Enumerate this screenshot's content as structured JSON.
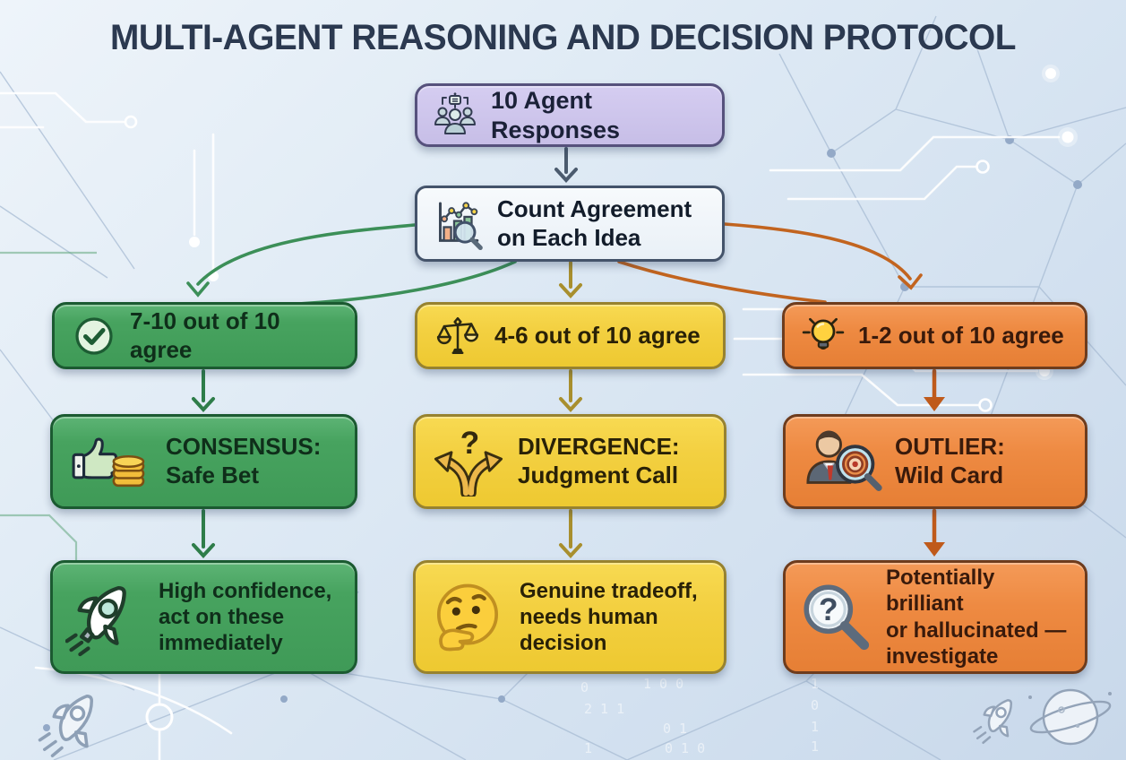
{
  "title": "MULTI-AGENT REASONING AND DECISION PROTOCOL",
  "colors": {
    "green_fill": "#47a35f",
    "green_border": "#1b5a31",
    "green_arrow": "#3c8f58",
    "yellow_fill": "#f3d041",
    "yellow_border": "#97822f",
    "yellow_arrow": "#a88f2e",
    "orange_fill": "#ee8a42",
    "orange_border": "#6e3c1d",
    "orange_arrow": "#c2641f",
    "purple_fill": "#c7bee7",
    "purple_border": "#56517c",
    "slate_border": "#44536a",
    "slate_arrow": "#4b5b6e"
  },
  "flow": {
    "start": {
      "label": "10 Agent Responses",
      "icon": "agents-icon"
    },
    "count": {
      "lines": [
        "Count Agreement",
        "on Each Idea"
      ],
      "icon": "chart-magnifier-icon"
    }
  },
  "branches": [
    {
      "name": "consensus",
      "condition": {
        "label": "7-10 out of 10 agree",
        "icon": "check-circle-icon"
      },
      "outcome": {
        "title": "CONSENSUS:",
        "subtitle": "Safe Bet",
        "icon": "thumbs-up-coins-icon"
      },
      "detail": {
        "lines": [
          "High confidence,",
          "act on these",
          "immediately"
        ],
        "icon": "rocket-icon"
      }
    },
    {
      "name": "divergence",
      "condition": {
        "label": "4-6 out of 10 agree",
        "icon": "balance-scale-icon"
      },
      "outcome": {
        "title": "DIVERGENCE:",
        "subtitle": "Judgment Call",
        "icon": "split-arrows-icon"
      },
      "detail": {
        "lines": [
          "Genuine tradeoff,",
          "needs human",
          "decision"
        ],
        "icon": "thinking-face-icon"
      }
    },
    {
      "name": "outlier",
      "condition": {
        "label": "1-2 out of 10 agree",
        "icon": "lightbulb-icon"
      },
      "outcome": {
        "title": "OUTLIER:",
        "subtitle": "Wild Card",
        "icon": "detective-target-icon"
      },
      "detail": {
        "lines": [
          "Potentially brilliant",
          "or hallucinated —",
          "investigate"
        ],
        "icon": "magnifier-question-icon"
      }
    }
  ]
}
